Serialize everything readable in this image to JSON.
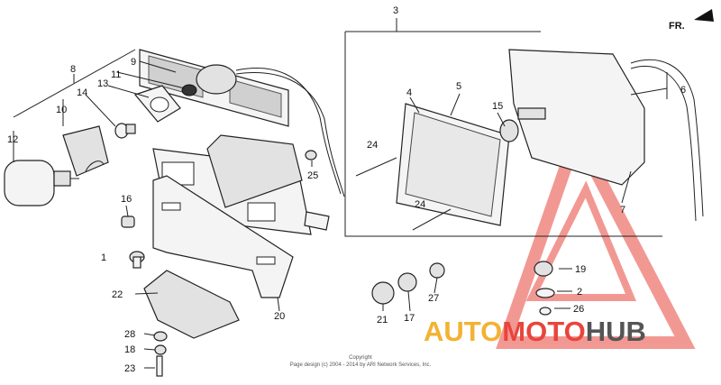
{
  "callouts": {
    "n1": "1",
    "n2": "2",
    "n3": "3",
    "n4": "4",
    "n5": "5",
    "n6": "6",
    "n7": "7",
    "n8": "8",
    "n9": "9",
    "n10": "10",
    "n11": "11",
    "n12": "12",
    "n13": "13",
    "n14": "14",
    "n15": "15",
    "n16": "16",
    "n17": "17",
    "n18": "18",
    "n19": "19",
    "n20": "20",
    "n21": "21",
    "n22": "22",
    "n23": "23",
    "n24a": "24",
    "n24b": "24",
    "n25": "25",
    "n26": "26",
    "n27": "27",
    "n28": "28"
  },
  "direction_label": "FR.",
  "copyright": {
    "line1": "Copyright",
    "line2": "Page design (c) 2004 - 2014 by ARI Network Services, Inc."
  },
  "watermark": {
    "part1": "AUTO",
    "part2": "MOTO",
    "part3": "HUB",
    "color1": "#f2b233",
    "color2": "#e8453c",
    "color3": "#555555"
  }
}
